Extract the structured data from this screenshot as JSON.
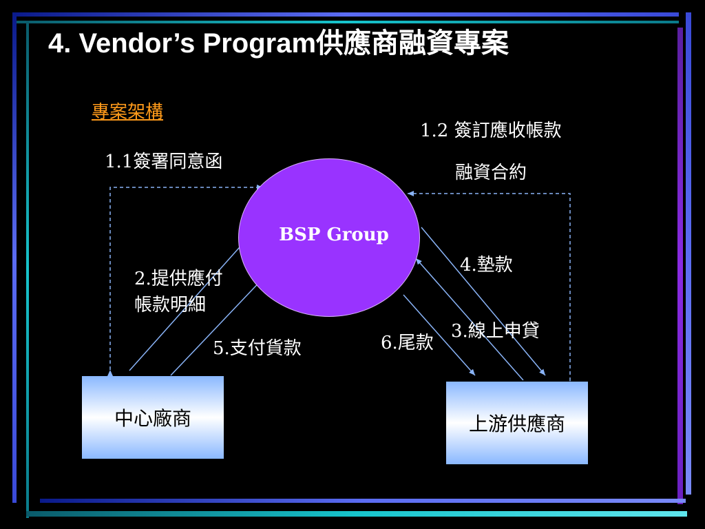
{
  "slide": {
    "title_en": "4. Vendor’s Program",
    "title_zh": "供應商融資專案",
    "section_heading": "專案架構"
  },
  "diagram": {
    "center_node": "BSP Group",
    "left_box": "中心廠商",
    "right_box": "上游供應商",
    "labels": {
      "step_1_1": "1.1簽署同意函",
      "step_1_2_line1": "1.2 簽訂應收帳款",
      "step_1_2_line2": "融資合約",
      "step_2_line1": "2.提供應付",
      "step_2_line2": "帳款明細",
      "step_3": "3.線上申貸",
      "step_4": "4.墊款",
      "step_5": "5.支付貨款",
      "step_6": "6.尾款"
    }
  },
  "colors": {
    "background": "#000000",
    "node_fill": "#9933ff",
    "heading_accent": "#ff9a1a",
    "arrow": "#8ab4f8",
    "frame_blue": "#5b6cf2",
    "frame_cyan": "#17c4cc"
  }
}
